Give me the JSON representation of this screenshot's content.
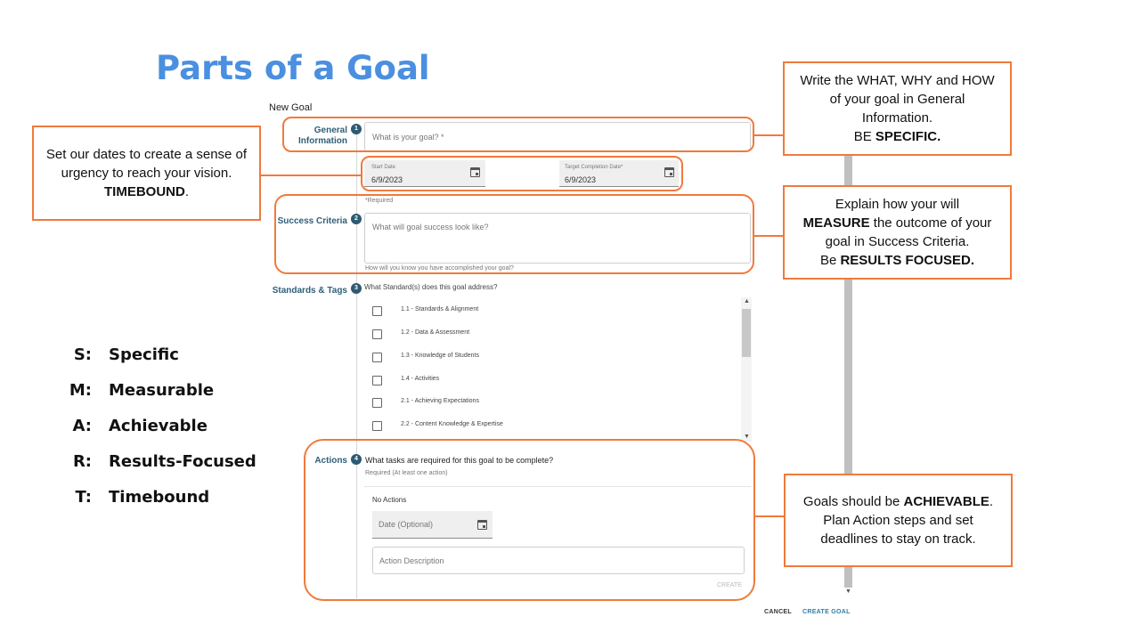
{
  "slide": {
    "title": "Parts of a Goal"
  },
  "form": {
    "title": "New Goal",
    "general": {
      "step": "1",
      "label_line1": "General",
      "label_line2": "Information",
      "placeholder": "What is your goal? *"
    },
    "dates": {
      "start_caption": "Start Date",
      "start_value": "6/9/2023",
      "target_caption": "Target Completion Date*",
      "target_value": "6/9/2023",
      "required_note": "*Required"
    },
    "success": {
      "step": "2",
      "label": "Success Criteria",
      "placeholder": "What will goal success look like?",
      "hint": "How will you know you have accomplished your goal?"
    },
    "standards": {
      "step": "3",
      "label": "Standards & Tags",
      "question": "What Standard(s) does this goal address?",
      "items": [
        "1.1 - Standards & Alignment",
        "1.2 - Data & Assessment",
        "1.3 - Knowledge of Students",
        "1.4 - Activities",
        "2.1 - Achieving Expectations",
        "2.2 - Content Knowledge & Expertise"
      ]
    },
    "actions": {
      "step": "4",
      "label": "Actions",
      "question": "What tasks are required for this goal to be complete?",
      "required": "Required (At least one action)",
      "no_actions": "No Actions",
      "date_placeholder": "Date (Optional)",
      "description_placeholder": "Action Description",
      "create_label": "CREATE"
    },
    "footer": {
      "cancel": "CANCEL",
      "create_goal": "CREATE GOAL"
    }
  },
  "callouts": {
    "timebound": {
      "text": "Set our dates to create a sense of urgency to reach your vision. ",
      "bold": "TIMEBOUND",
      "after": "."
    },
    "specific": {
      "text": "Write the WHAT, WHY and HOW of your goal in General Information.",
      "pre": "BE ",
      "bold": "SPECIFIC."
    },
    "measure": {
      "pre": "Explain how your will",
      "bold1": "MEASURE",
      "mid": " the outcome of your goal in Success Criteria.",
      "pre2": "Be ",
      "bold2": "RESULTS FOCUSED."
    },
    "achievable": {
      "pre": "Goals should be ",
      "bold": "ACHIEVABLE",
      "after": ".",
      "line2": "Plan Action steps and set deadlines to stay on track."
    }
  },
  "smart": [
    {
      "letter": "S:",
      "word": "Specific"
    },
    {
      "letter": "M:",
      "word": "Measurable"
    },
    {
      "letter": "A:",
      "word": "Achievable"
    },
    {
      "letter": "R:",
      "word": "Results-Focused"
    },
    {
      "letter": "T:",
      "word": "Timebound"
    }
  ],
  "colors": {
    "accent": "#f07a3c",
    "title": "#4a8fe0",
    "step_badge": "#2e5a72",
    "link": "#2f7fa3"
  }
}
